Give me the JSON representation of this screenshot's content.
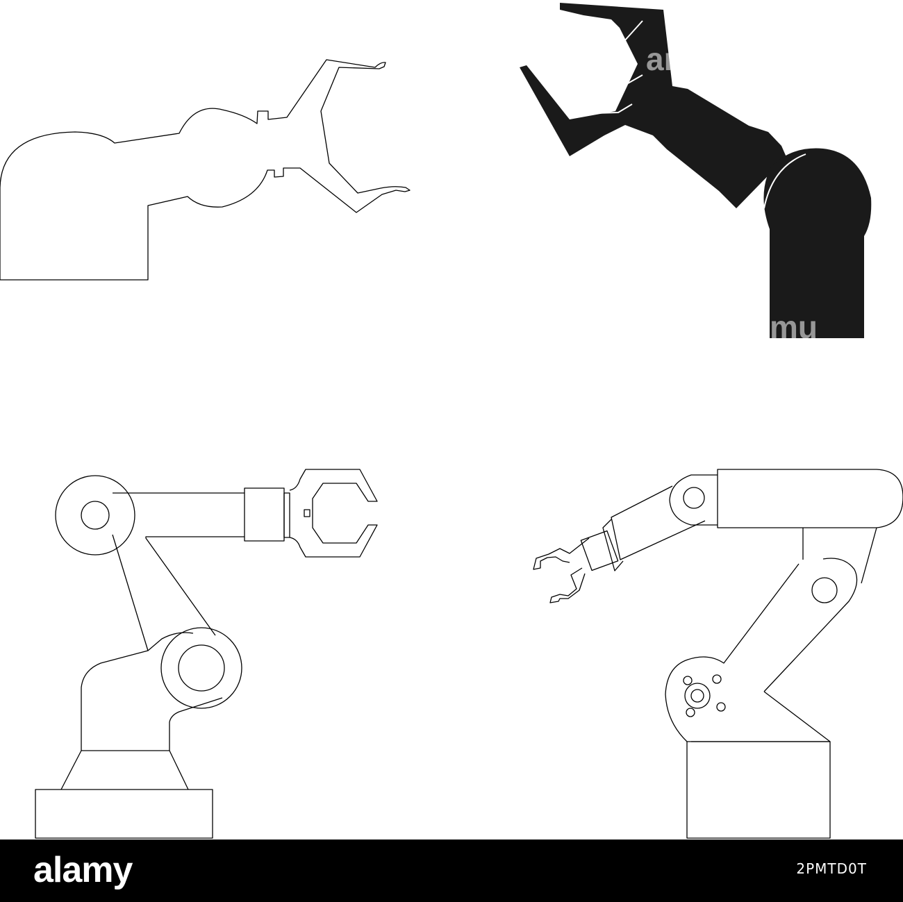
{
  "illustrations": [
    {
      "name": "robot-gripper-outline"
    },
    {
      "name": "robot-arm-silhouette"
    },
    {
      "name": "industrial-robot-arm-outline-left"
    },
    {
      "name": "industrial-robot-arm-outline-right"
    }
  ],
  "colors": {
    "line": "#000000",
    "fill": "#1a1a1a",
    "footer": "#000000",
    "footer_text": "#ffffff"
  },
  "footer": {
    "brand": "alamy",
    "image_code": "2PMTD0T"
  },
  "watermarks": {
    "top_right_text": "am",
    "bottom_text": "mu"
  }
}
